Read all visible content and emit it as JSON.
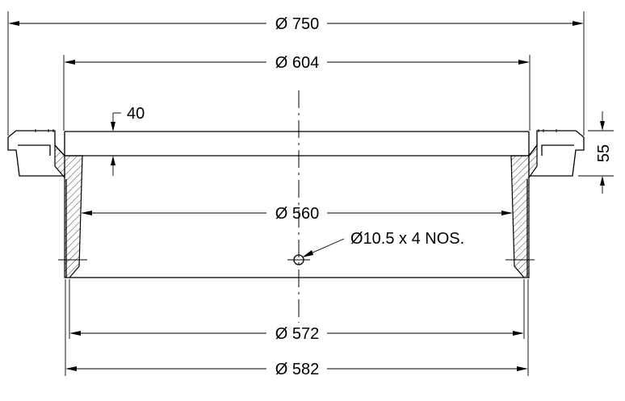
{
  "dimensions": {
    "overall_diameter": "Ø 750",
    "flange_diameter": "Ø 604",
    "inner_diameter": "Ø 560",
    "bottom_inner_diameter": "Ø 572",
    "bottom_outer_diameter": "Ø 582",
    "rim_depth": "40",
    "height": "55"
  },
  "callouts": {
    "hole_note": "Ø10.5 x 4 NOS."
  }
}
